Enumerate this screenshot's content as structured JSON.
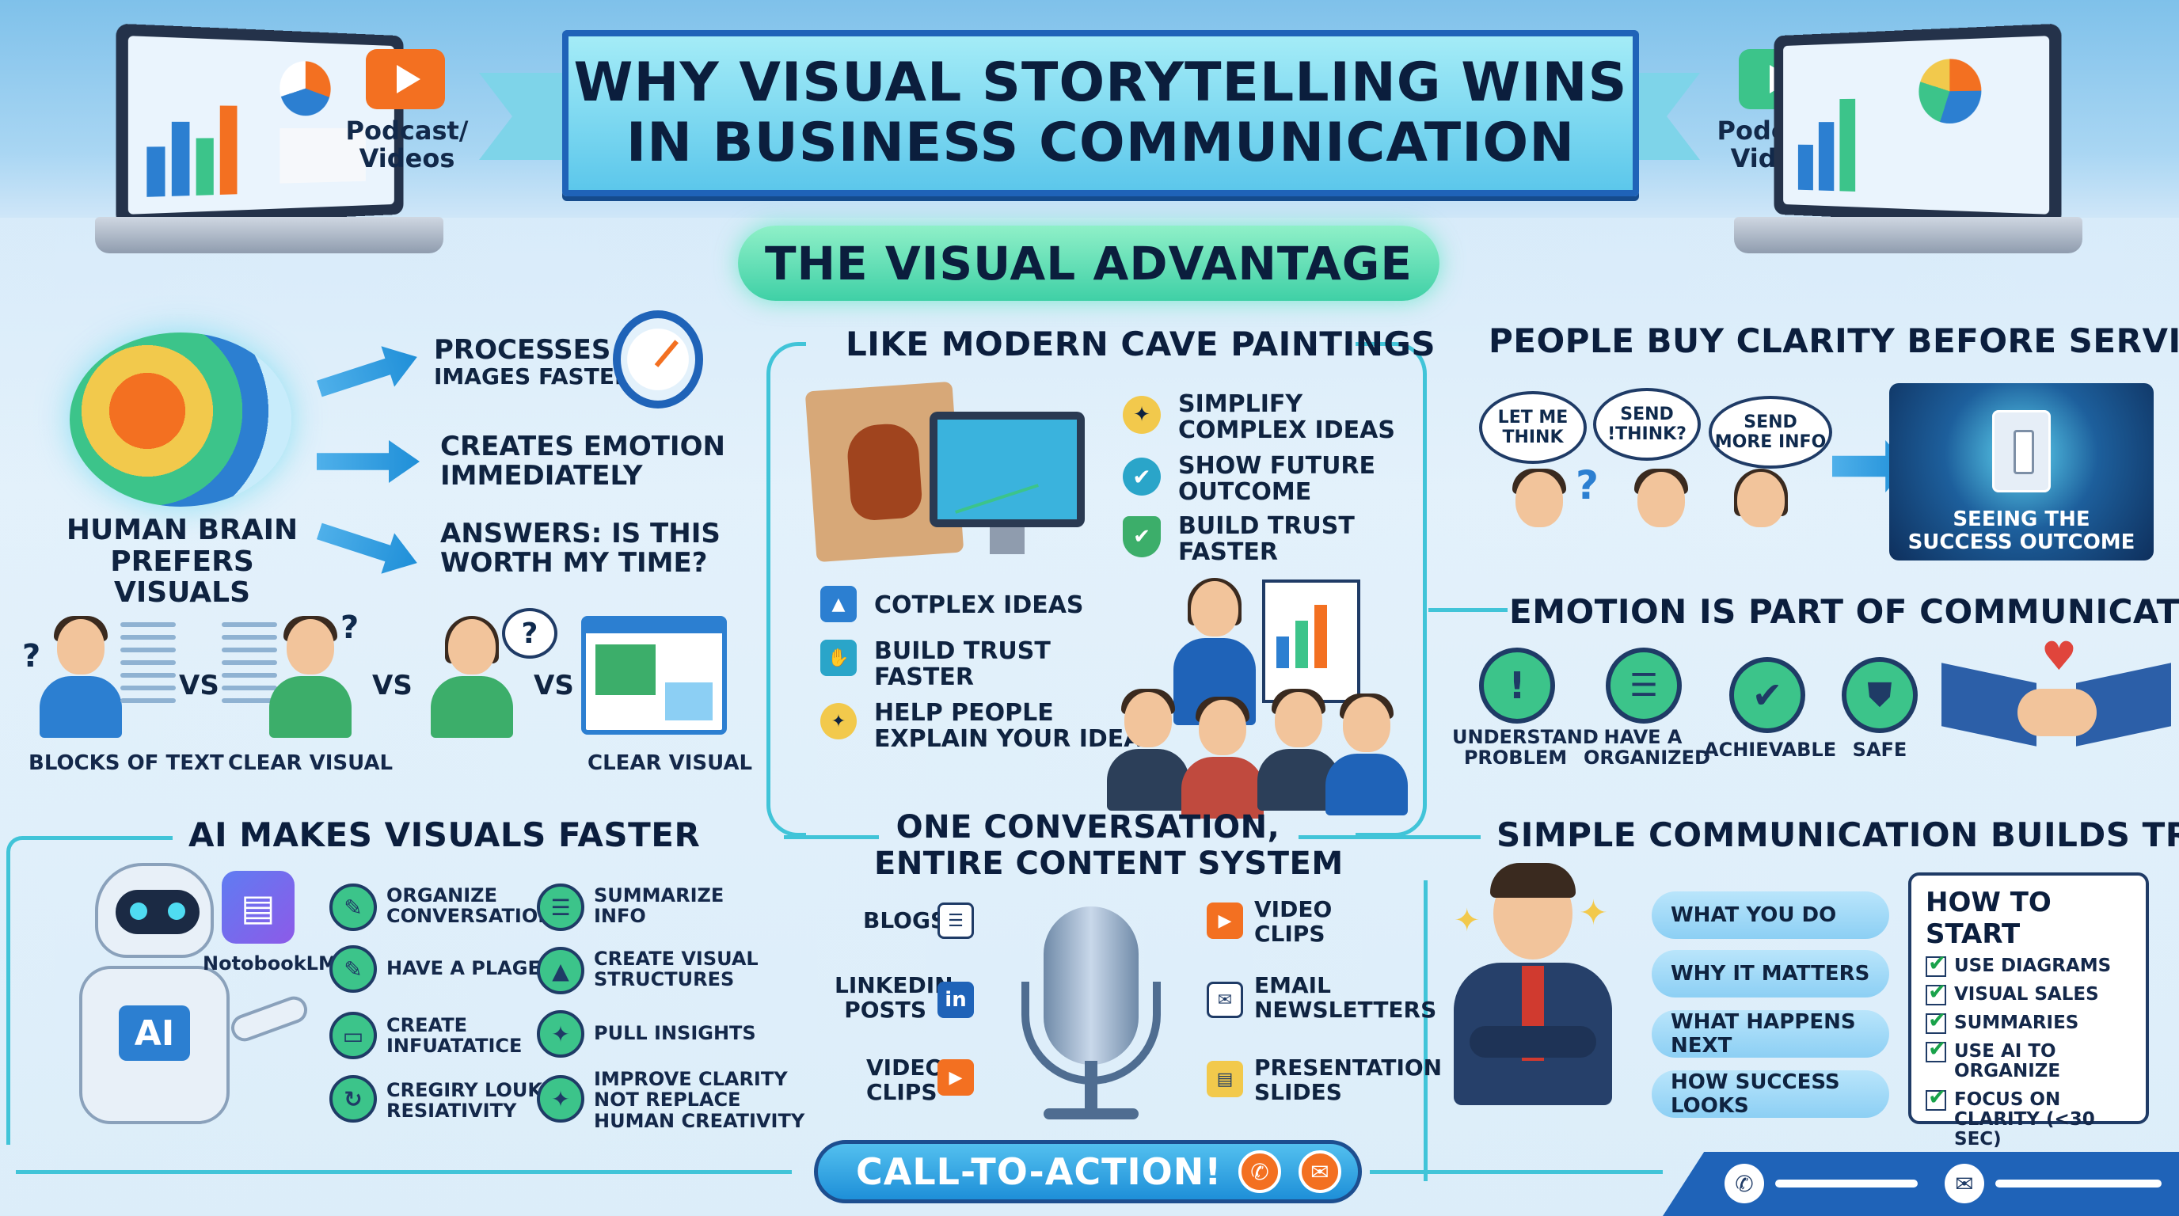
{
  "header": {
    "title_line1": "WHY VISUAL STORYTELLING WINS",
    "title_line2": "IN BUSINESS COMMUNICATION",
    "left_media_label_1": "Podcast/",
    "left_media_label_2": "Videos",
    "right_media_label_1": "Podcast/",
    "right_media_label_2": "Videos"
  },
  "advantage": {
    "label": "THE VISUAL ADVANTAGE"
  },
  "brain_section": {
    "caption_line1": "HUMAN BRAIN",
    "caption_line2": "PREFERS VISUALS",
    "benefits": [
      {
        "line1": "PROCESSES",
        "line2": "IMAGES FASTER"
      },
      {
        "line1": "CREATES EMOTION",
        "line2": "IMMEDIATELY"
      },
      {
        "line1": "ANSWERS: IS THIS",
        "line2": "WORTH MY TIME?"
      }
    ],
    "comparison": {
      "label_1": "BLOCKS OF TEXT",
      "label_2": "CLEAR VISUAL",
      "label_3": "CLEAR VISUAL",
      "vs": "VS"
    }
  },
  "cave_section": {
    "title": "LIKE MODERN CAVE PAINTINGS",
    "right_items": [
      {
        "line1": "SIMPLIFY",
        "line2": "COMPLEX IDEAS"
      },
      {
        "line1": "SHOW FUTURE",
        "line2": "OUTCOME"
      },
      {
        "line1": "BUILD TRUST",
        "line2": "FASTER"
      }
    ],
    "left_items": [
      {
        "line1": "COTPLEX IDEAS",
        "line2": ""
      },
      {
        "line1": "BUILD TRUST",
        "line2": "FASTER"
      },
      {
        "line1": "HELP PEOPLE",
        "line2": "EXPLAIN YOUR IDEA"
      }
    ]
  },
  "clarity_section": {
    "title": "PEOPLE BUY CLARITY BEFORE SERVICES",
    "bubbles": [
      {
        "line1": "LET ME",
        "line2": "THINK"
      },
      {
        "line1": "SEND",
        "line2": "!THINK?"
      },
      {
        "line1": "SEND",
        "line2": "MORE INFO"
      }
    ],
    "outcome_line1": "SEEING THE",
    "outcome_line2": "SUCCESS OUTCOME"
  },
  "emotion_section": {
    "title": "EMOTION IS PART OF COMMUNICATION",
    "items": [
      {
        "line1": "UNDERSTAND",
        "line2": "PROBLEM",
        "icon": "exclamation-icon"
      },
      {
        "line1": "HAVE A",
        "line2": "ORGANIZED",
        "icon": "clipboard-icon"
      },
      {
        "line1": "ACHIEVABLE",
        "line2": "",
        "icon": "check-icon"
      },
      {
        "line1": "SAFE",
        "line2": "",
        "icon": "shield-icon"
      }
    ]
  },
  "ai_section": {
    "title": "AI MAKES VISUALS FASTER",
    "app_label": "NotobookLM",
    "robot_badge": "AI",
    "col1": [
      {
        "line1": "ORGANIZE",
        "line2": "CONVERSATIONS"
      },
      {
        "line1": "HAVE A PLAGEM",
        "line2": ""
      },
      {
        "line1": "CREATE",
        "line2": "INFUATATICE"
      },
      {
        "line1": "CREGIRY LOUK",
        "line2": "RESIATIVITY"
      }
    ],
    "col2": [
      {
        "line1": "SUMMARIZE",
        "line2": "INFO",
        "line3": ""
      },
      {
        "line1": "CREATE VISUAL",
        "line2": "STRUCTURES",
        "line3": ""
      },
      {
        "line1": "PULL INSIGHTS",
        "line2": "",
        "line3": ""
      },
      {
        "line1": "IMPROVE CLARITY",
        "line2": "NOT REPLACE",
        "line3": "HUMAN CREATIVITY"
      }
    ]
  },
  "conversation_section": {
    "title_line1": "ONE CONVERSATION,",
    "title_line2": "ENTIRE CONTENT SYSTEM",
    "left": [
      {
        "line1": "BLOGS",
        "line2": ""
      },
      {
        "line1": "LINKEDIN",
        "line2": "POSTS"
      },
      {
        "line1": "VIDEO",
        "line2": "CLIPS"
      }
    ],
    "right": [
      {
        "line1": "VIDEO",
        "line2": "CLIPS"
      },
      {
        "line1": "EMAIL",
        "line2": "NEWSLETTERS"
      },
      {
        "line1": "PRESENTATION",
        "line2": "SLIDES"
      }
    ],
    "linkedin_glyph": "in"
  },
  "trust_section": {
    "title": "SIMPLE COMMUNICATION BUILDS TRUST",
    "steps": [
      "WHAT YOU DO",
      "WHY IT MATTERS",
      "WHAT HAPPENS NEXT",
      "HOW SUCCESS LOOKS"
    ],
    "how_to_start": {
      "title": "HOW TO START",
      "items": [
        "USE DIAGRAMS",
        "VISUAL SALES",
        "SUMMARIES",
        "USE AI TO ORGANIZE",
        "FOCUS ON CLARITY (<30 SEC)"
      ]
    }
  },
  "cta": {
    "label": "CALL-TO-ACTION!"
  },
  "colors": {
    "primary_blue": "#1f63b8",
    "accent_teal": "#41c4d8",
    "accent_green": "#3fd0a6",
    "play_orange": "#f37021",
    "play_green": "#3cc48a"
  }
}
